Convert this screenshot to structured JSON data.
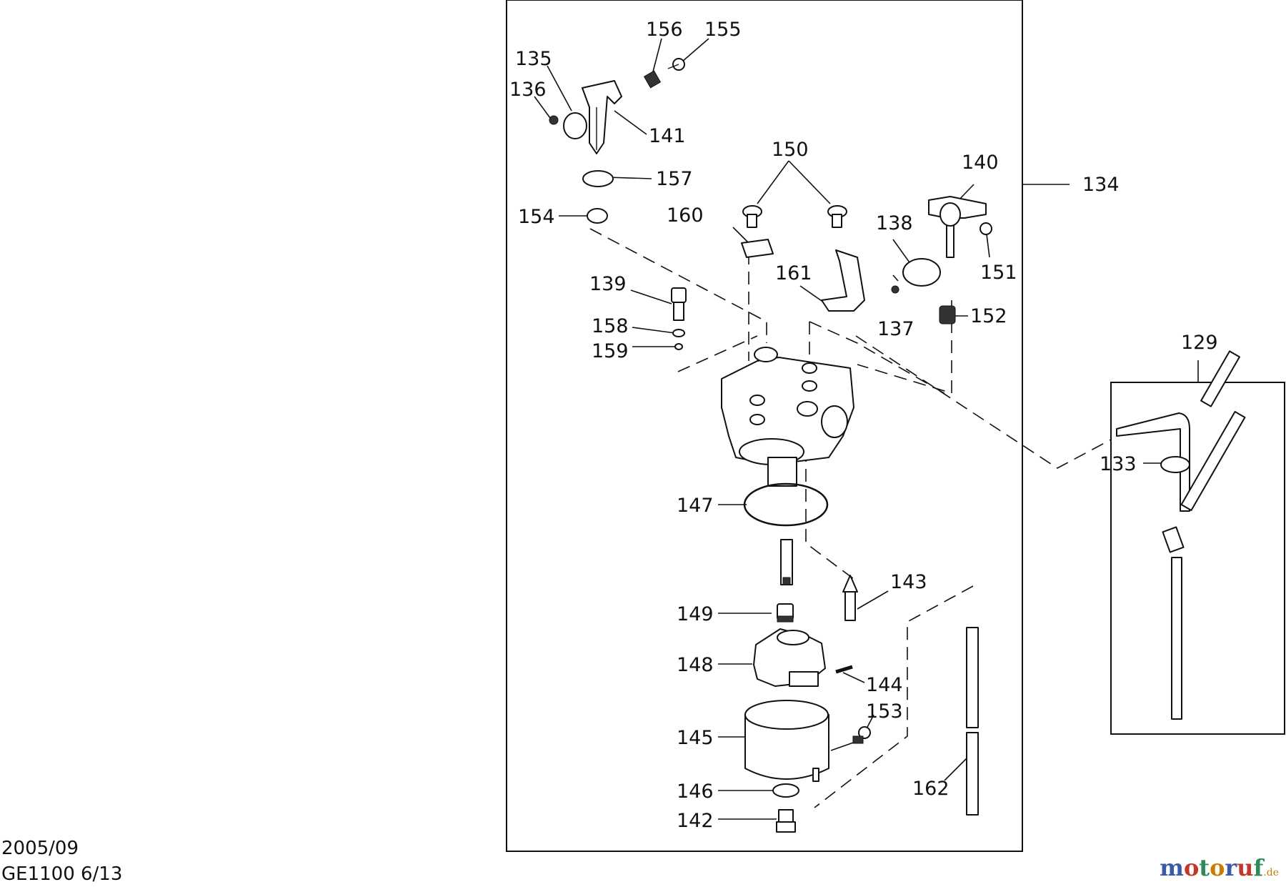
{
  "footer": {
    "date": "2005/09",
    "model_page": "GE1100 6/13"
  },
  "logo": {
    "text": "motoruf",
    "suffix": ".de",
    "colors": [
      "#3b5ba8",
      "#c0392b",
      "#2e8b57",
      "#c77e00"
    ]
  },
  "labels": {
    "p129": "129",
    "p133": "133",
    "p134": "134",
    "p135": "135",
    "p136": "136",
    "p137": "137",
    "p138": "138",
    "p139": "139",
    "p140": "140",
    "p141": "141",
    "p142": "142",
    "p143": "143",
    "p144": "144",
    "p145": "145",
    "p146": "146",
    "p147": "147",
    "p148": "148",
    "p149": "149",
    "p150": "150",
    "p151": "151",
    "p152": "152",
    "p153": "153",
    "p154": "154",
    "p155": "155",
    "p156": "156",
    "p157": "157",
    "p158": "158",
    "p159": "159",
    "p160": "160",
    "p161": "161",
    "p162": "162"
  }
}
